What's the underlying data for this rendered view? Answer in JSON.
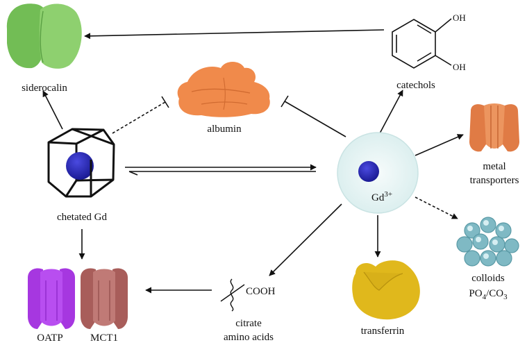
{
  "nodes": {
    "siderocalin": "siderocalin",
    "albumin": "albumin",
    "catechols": "catechols",
    "catechol_oh_top": "OH",
    "catechol_oh_bottom": "OH",
    "chelated_gd": "chetated Gd",
    "gd_base": "Gd",
    "gd_charge": "3+",
    "metal_transporters_line1": "metal",
    "metal_transporters_line2": "transporters",
    "colloids_line1": "colloids",
    "colloids_po": "PO",
    "colloids_sub1": "4",
    "colloids_co": "/CO",
    "colloids_sub2": "3",
    "transferrin": "transferrin",
    "citrate_cooh": "COOH",
    "citrate_line1": "citrate",
    "citrate_line2": "amino acids",
    "oatp": "OATP",
    "mct1": "MCT1"
  },
  "colors": {
    "siderocalin": "#7cc65e",
    "albumin": "#f08a4b",
    "metal_transporter": "#e07b45",
    "oatp": "#a637e0",
    "mct1": "#b46a66",
    "transferrin": "#e0b81c",
    "colloid": "#7fb9c4",
    "gd_ion": "#1f1fa8",
    "gd_cell": "#e8f4f4"
  }
}
